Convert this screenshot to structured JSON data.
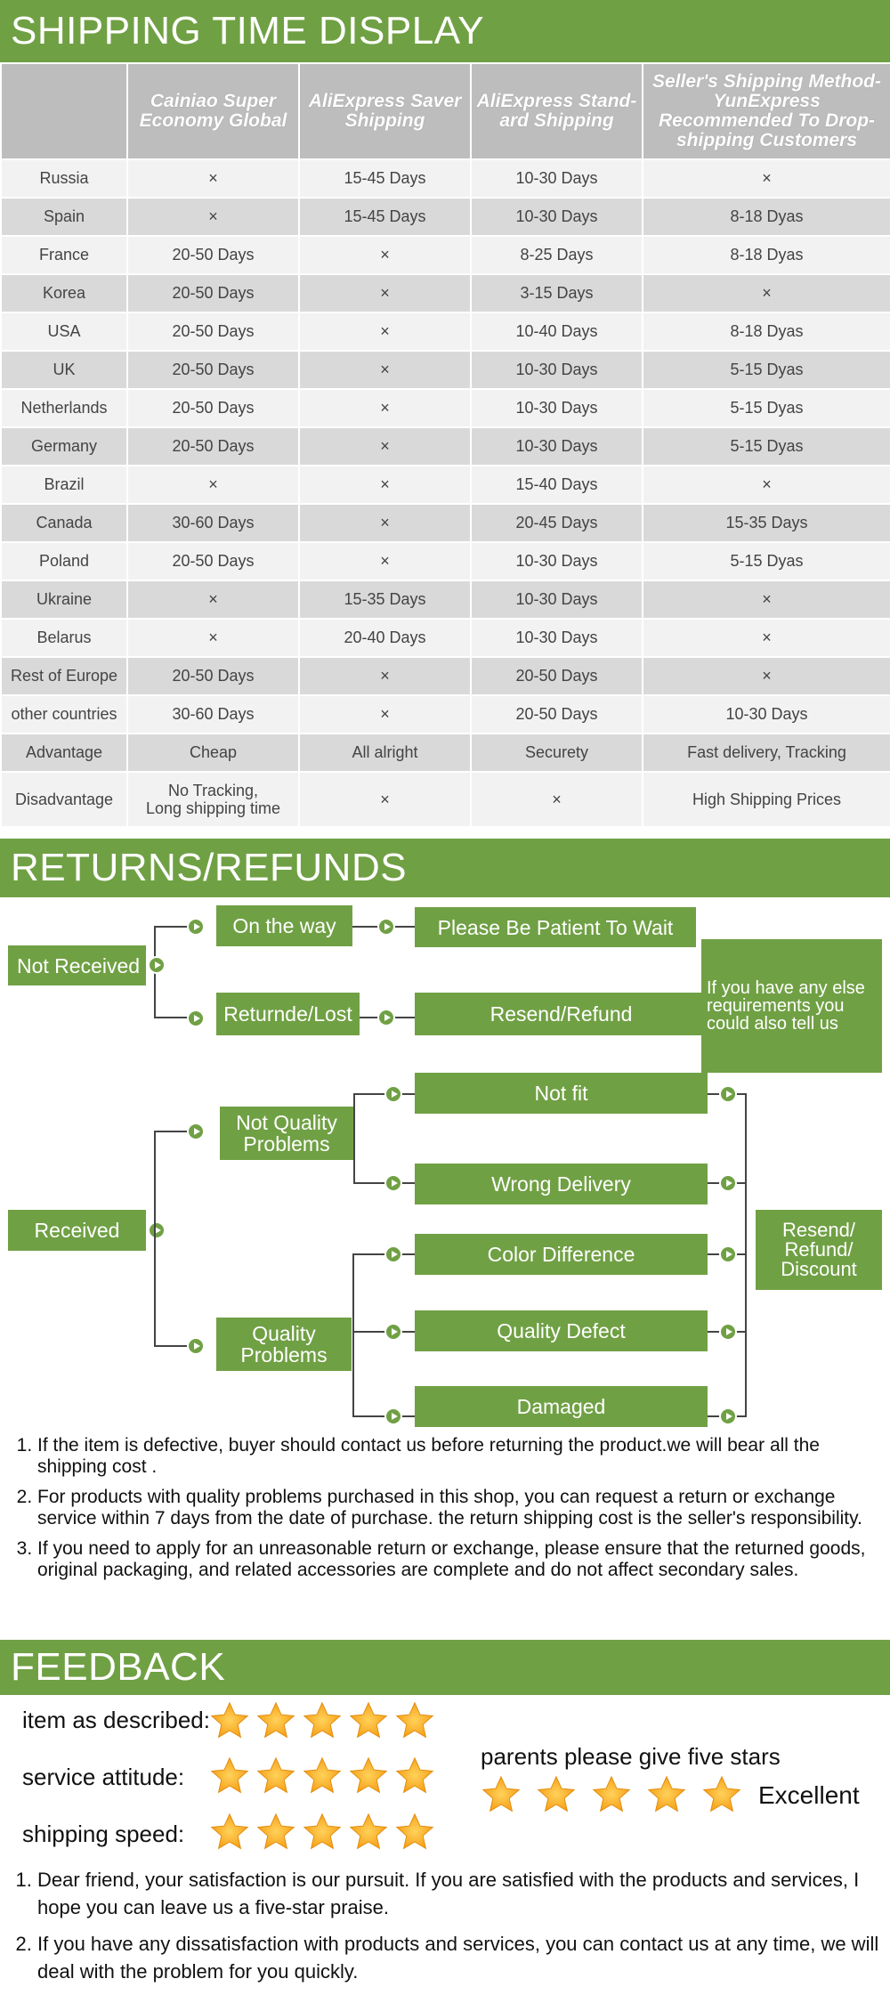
{
  "shipping": {
    "title": "SHIPPING TIME DISPLAY",
    "headers": [
      "",
      "Cainiao Super Economy Global",
      "AliExpress Saver Shipping",
      "AliExpress Stand-ard Shipping",
      "Seller's Shipping Method-YunExpress Recommended To Drop-shipping Customers"
    ],
    "rows": [
      [
        "Russia",
        "×",
        "15-45 Days",
        "10-30 Days",
        "×"
      ],
      [
        "Spain",
        "×",
        "15-45 Days",
        "10-30 Days",
        "8-18 Dyas"
      ],
      [
        "France",
        "20-50 Days",
        "×",
        "8-25 Days",
        "8-18 Dyas"
      ],
      [
        "Korea",
        "20-50 Days",
        "×",
        "3-15 Days",
        "×"
      ],
      [
        "USA",
        "20-50 Days",
        "×",
        "10-40 Days",
        "8-18 Dyas"
      ],
      [
        "UK",
        "20-50 Days",
        "×",
        "10-30 Days",
        "5-15 Dyas"
      ],
      [
        "Netherlands",
        "20-50 Days",
        "×",
        "10-30 Days",
        "5-15 Dyas"
      ],
      [
        "Germany",
        "20-50 Days",
        "×",
        "10-30 Days",
        "5-15 Dyas"
      ],
      [
        "Brazil",
        "×",
        "×",
        "15-40 Days",
        "×"
      ],
      [
        "Canada",
        "30-60 Days",
        "×",
        "20-45 Days",
        "15-35 Days"
      ],
      [
        "Poland",
        "20-50 Days",
        "×",
        "10-30 Days",
        "5-15 Dyas"
      ],
      [
        "Ukraine",
        "×",
        "15-35 Days",
        "10-30 Days",
        "×"
      ],
      [
        "Belarus",
        "×",
        "20-40 Days",
        "10-30 Days",
        "×"
      ],
      [
        "Rest of Europe",
        "20-50 Days",
        "×",
        "20-50 Days",
        "×"
      ],
      [
        "other countries",
        "30-60 Days",
        "×",
        "20-50 Days",
        "10-30 Days"
      ],
      [
        "Advantage",
        "Cheap",
        "All alright",
        "Securety",
        "Fast delivery, Tracking"
      ],
      [
        "Disadvantage",
        "No Tracking,\nLong shipping time",
        "×",
        "×",
        "High Shipping Prices"
      ]
    ]
  },
  "returns": {
    "title": "RETURNS/REFUNDS",
    "not_received": "Not Received",
    "on_the_way": "On the way",
    "patient": "Please Be Patient To Wait",
    "returned_lost": "Returnde/Lost",
    "resend_refund": "Resend/Refund",
    "else_req": "If you have any else requirements you could also tell us",
    "received": "Received",
    "not_quality": "Not Quality Problems",
    "quality": "Quality Problems",
    "not_fit": "Not fit",
    "wrong_delivery": "Wrong Delivery",
    "color_diff": "Color Difference",
    "quality_defect": "Quality Defect",
    "damaged": "Damaged",
    "outcome": "Resend/ Refund/ Discount",
    "notes": [
      "If the item is defective, buyer should contact us before returning the product.we will bear all the shipping cost .",
      "For products with quality problems purchased in this shop, you can request a return or exchange service within 7 days from the date of purchase. the return shipping cost is the seller's responsibility.",
      "If you need to apply for an unreasonable return or exchange, please ensure that the returned goods, original packaging, and related accessories are complete and do not affect secondary sales."
    ]
  },
  "feedback": {
    "title": "FEEDBACK",
    "item_label": "item as described:",
    "service_label": "service attitude:",
    "speed_label": "shipping speed:",
    "item_stars": 5,
    "service_stars": 5,
    "speed_stars": 5,
    "parents": "parents please give five stars",
    "excellent": "Excellent",
    "excellent_stars": 5,
    "star_color": "#f7a21b",
    "notes": [
      "Dear friend, your satisfaction is our pursuit. If you are satisfied with the products and services, I hope you can leave us a five-star praise.",
      "If you have any dissatisfaction with products and services, you can contact us at any time, we will deal with the problem for you quickly."
    ]
  },
  "colors": {
    "accent": "#70a044",
    "header_gray": "#bdbdbd",
    "row_light": "#f2f2f2",
    "row_dark": "#d9d9d9"
  }
}
